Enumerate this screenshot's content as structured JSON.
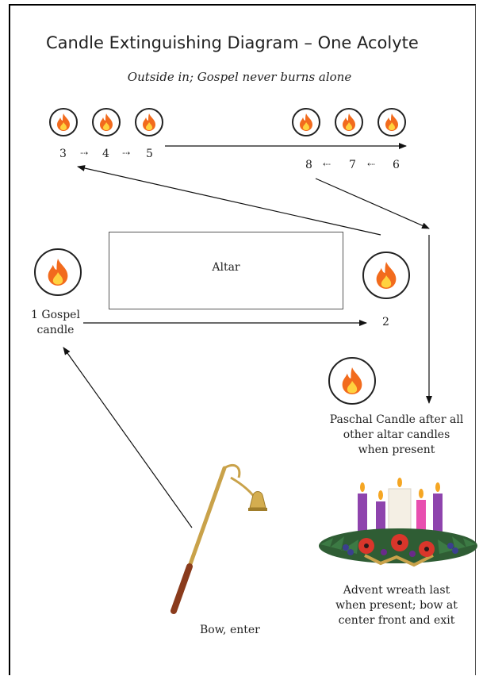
{
  "title": "Candle Extinguishing Diagram – One Acolyte",
  "subtitle": "Outside in; Gospel never burns alone",
  "left_sequence": {
    "n3": "3",
    "n4": "4",
    "n5": "5",
    "arrow": "⇢"
  },
  "right_sequence": {
    "n8": "8",
    "n7": "7",
    "n6": "6",
    "arrow": "⇠"
  },
  "altar_label": "Altar",
  "gospel_label_line1": "1 Gospel",
  "gospel_label_line2": "candle",
  "epistle_label": "2",
  "paschal_label": [
    "Paschal Candle after all",
    "other altar candles",
    "when present"
  ],
  "advent_label": [
    "Advent wreath last",
    "when present; bow at",
    "center front and exit"
  ],
  "entrance_label": "Bow, enter",
  "colors": {
    "flame_outer": "#f26b1d",
    "flame_inner": "#ffd23f",
    "purple": "#8e44ad",
    "pink": "#e84fb0",
    "white_candle": "#f4efe4",
    "green": "#2f5d34",
    "red": "#d9362b",
    "brass": "#c9a24a"
  }
}
